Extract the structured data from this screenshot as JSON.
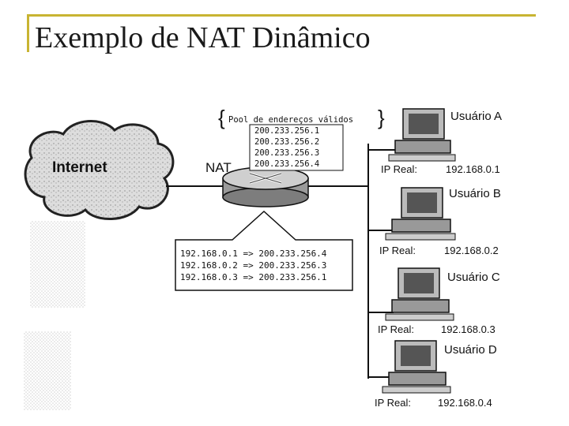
{
  "slide": {
    "title": "Exemplo de NAT Dinâmico"
  },
  "colors": {
    "accent_bar": "#c8b432",
    "ink": "#111111"
  },
  "diagram": {
    "internet_label": "Internet",
    "nat_label": "NAT",
    "pool": {
      "title": "Pool de endereços válidos",
      "addresses": [
        "200.233.256.1",
        "200.233.256.2",
        "200.233.256.3",
        "200.233.256.4"
      ]
    },
    "translation_table": [
      "192.168.0.1 => 200.233.256.4",
      "192.168.0.2 => 200.233.256.3",
      "192.168.0.3 => 200.233.256.1"
    ],
    "users": [
      {
        "name": "Usuário A",
        "ip_label": "IP Real:",
        "ip": "192.168.0.1"
      },
      {
        "name": "Usuário B",
        "ip_label": "IP Real:",
        "ip": "192.168.0.2"
      },
      {
        "name": "Usuário C",
        "ip_label": "IP Real:",
        "ip": "192.168.0.3"
      },
      {
        "name": "Usuário D",
        "ip_label": "IP Real:",
        "ip": "192.168.0.4"
      }
    ]
  }
}
